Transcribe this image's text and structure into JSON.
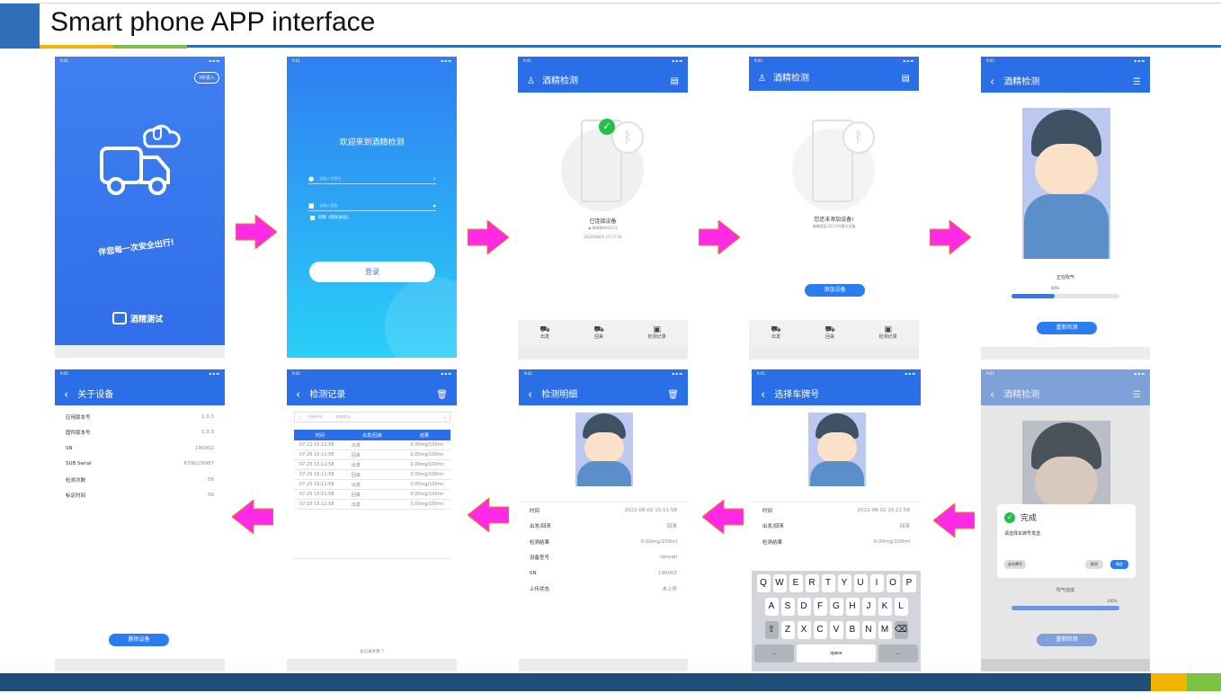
{
  "slide": {
    "title": "Smart phone APP interface",
    "colors": {
      "blue": "#2f6fba",
      "yellow": "#f2b400",
      "green": "#7cc242",
      "footer": "#1f4e79",
      "app_blue": "#2a6ee8",
      "arrow": "#ff29e6"
    }
  },
  "status_time": "9:41",
  "s1": {
    "skip": "3秒进入",
    "slogan": "伴您每一次安全出行!",
    "brand": "酒精测试"
  },
  "s2": {
    "welcome": "欢迎来到酒精检测",
    "user_placeholder": "请输入车牌号",
    "pwd_placeholder": "请输入密码",
    "agree": "同意《隐私协议》",
    "login": "登录"
  },
  "s3": {
    "title": "酒精检测",
    "connected": "已连接设备",
    "device_id": "88888000111",
    "datetime": "2022/08/02 15:17:34"
  },
  "tabs": {
    "t1": "出发",
    "t2": "回来",
    "t3": "检测记录"
  },
  "s4": {
    "title": "酒精检测",
    "no_device": "您还未添加设备!",
    "hint": "请确保蓝牙打开并靠近设备",
    "add": "添加设备"
  },
  "s5": {
    "title": "酒精检测",
    "blowing": "正在吹气",
    "percent": "40%",
    "progress": 0.4,
    "retest": "重新检测"
  },
  "s6": {
    "title": "关于设备",
    "rows": [
      {
        "k": "应用版本号",
        "v": "1.0.3"
      },
      {
        "k": "固件版本号",
        "v": "1.0.3"
      },
      {
        "k": "SN",
        "v": "190002"
      },
      {
        "k": "SUB Serial",
        "v": "6790/29987"
      },
      {
        "k": "检测次数",
        "v": "56"
      },
      {
        "k": "标定时间",
        "v": "56"
      }
    ],
    "delete": "删除设备"
  },
  "s7": {
    "title": "检测记录",
    "start_ph": "开始时间",
    "end_ph": "结束时间",
    "headers": [
      "时间",
      "出发/回来",
      "结果"
    ],
    "rows": [
      [
        "07-22 15:11:58",
        "出发",
        "0.00mg/100ml"
      ],
      [
        "07-25 15:11:58",
        "回来",
        "0.00mg/100ml"
      ],
      [
        "07-25 15:11:58",
        "出发",
        "0.00mg/100ml"
      ],
      [
        "07-25 15:11:58",
        "回来",
        "0.00mg/100ml"
      ],
      [
        "07-25 15:11:58",
        "出发",
        "0.00mg/100ml"
      ],
      [
        "07-25 15:11:58",
        "回来",
        "0.00mg/100ml"
      ],
      [
        "07-25 15:11:58",
        "出发",
        "0.00mg/100ml"
      ]
    ],
    "total": "总记录条数 7"
  },
  "s8": {
    "title": "检测明细",
    "rows": [
      {
        "k": "时间",
        "v": "2022-08-02 15:11:58"
      },
      {
        "k": "出发/回来",
        "v": "回来"
      },
      {
        "k": "检测结果",
        "v": "0.00mg/100ml"
      },
      {
        "k": "设备型号",
        "v": "tanyali"
      },
      {
        "k": "SN",
        "v": "190002"
      },
      {
        "k": "上传状态",
        "v": "未上传"
      }
    ]
  },
  "s9": {
    "title": "选择车牌号",
    "rows": [
      {
        "k": "时间",
        "v": "2022-08-02 15:11:58"
      },
      {
        "k": "出发/回来",
        "v": "回来"
      },
      {
        "k": "检测结果",
        "v": "0.00mg/100ml"
      }
    ],
    "kb1": [
      "Q",
      "W",
      "E",
      "R",
      "T",
      "Y",
      "U",
      "I",
      "O",
      "P"
    ],
    "kb2": [
      "A",
      "S",
      "D",
      "F",
      "G",
      "H",
      "J",
      "K",
      "L"
    ],
    "kb3": [
      "Z",
      "X",
      "C",
      "V",
      "B",
      "N",
      "M"
    ],
    "kb_left": "...",
    "kb_space": "space",
    "kb_right": "..."
  },
  "s10": {
    "title": "酒精检测",
    "done": "完成",
    "choose": "请选择车牌号发送",
    "btn_plate": "选车牌号",
    "btn_cancel": "取消",
    "btn_ok": "确定",
    "blow_done": "吹气完成",
    "percent": "100%",
    "progress": 1.0,
    "retest": "重新检测"
  }
}
